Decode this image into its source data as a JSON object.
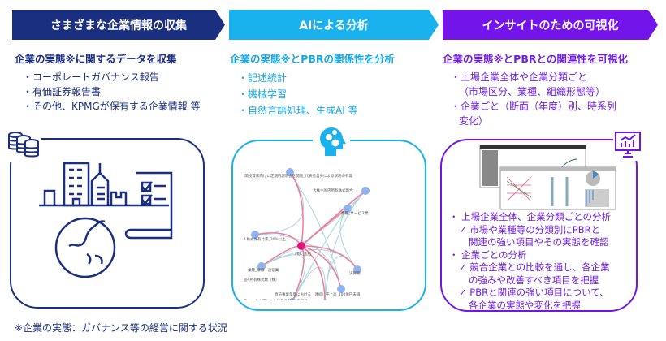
{
  "steps": [
    {
      "title": "さまざまな企業情報の収集",
      "subtitle": "企業の実態※に関するデータを収集",
      "bullets": [
        "・コーポレートガバナンス報告",
        "・有価証券報告書",
        "・その他、KPMGが保有する企業情報 等"
      ]
    },
    {
      "title": "AIによる分析",
      "subtitle": "企業の実態※とPBRの関係性を分析",
      "bullets": [
        "・記述統計",
        "・機械学習",
        "・自然言語処理、生成AI 等"
      ]
    },
    {
      "title": "インサイトのための可視化",
      "subtitle": "企業の実態※とPBRとの関連性を可視化",
      "bullets": [
        "・上場企業全体や企業分類ごと",
        "（市場区分、業種、組織形態等）",
        "・企業ごと（断面（年度）別、時系列",
        "変化）"
      ]
    }
  ],
  "network": {
    "center": "PBR_連結",
    "nodes": [
      "アナリスト・機関投資家向けに定期的説明会を開催_代表者自身による説明の有無",
      "大株主国内所有株式割合",
      "業種_サービス業",
      "外国人株式保有比率_30%以上",
      "決算期",
      "業種_情報・通信業",
      "直前事業年度における（連結）売上高_100億円未満",
      "大株主国内所有株式数（株）",
      "ストックオプション付与の対象_従業員"
    ]
  },
  "analysis": [
    "・ 上場企業全体、企業分類ごとの分析",
    "✓ 市場や業種等の分類別にPBRと",
    "関連の強い項目やその実態を確認",
    "・ 企業ごとの分析",
    "✓ 競合企業との比較を通し、各企業",
    "の強みや改善すべき項目を把握",
    "✓ PBRと関連の強い項目について、",
    "各企業の実態や変化を把握"
  ],
  "footnote": "※企業の実態：ガバナンス等の経営に関する状況",
  "colors": {
    "navy": "#1b2f80",
    "cyan": "#18a6e4",
    "purple": "#6f1fe0"
  }
}
